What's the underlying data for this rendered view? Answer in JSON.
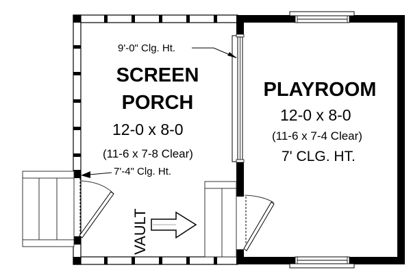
{
  "plan": {
    "colors": {
      "wall": "#000000",
      "line": "#555555",
      "background": "#ffffff"
    },
    "rooms": [
      {
        "id": "screen-porch",
        "title_line1": "SCREEN",
        "title_line2": "PORCH",
        "dimensions": "12-0 x 8-0",
        "clear_dimensions": "(11-6 x 7-8 Clear)",
        "ceiling_notes": [
          "9'-0\" Clg. Ht.",
          "7'-4\" Clg. Ht."
        ]
      },
      {
        "id": "playroom",
        "title": "PLAYROOM",
        "dimensions": "12-0 x 8-0",
        "clear_dimensions": "(11-6 x 7-4 Clear)",
        "ceiling_height": "7' CLG. HT."
      }
    ],
    "annotations": {
      "vault_label": "VAULT",
      "vault_arrow": "right-arrow"
    },
    "elements": {
      "steps": [
        "left-entry-steps",
        "porch-to-playroom-steps"
      ],
      "doors": [
        "porch-entry-door",
        "playroom-entry-door"
      ],
      "windows": [
        "playroom-top-window",
        "playroom-bottom-window",
        "partition-sliding-window"
      ]
    }
  }
}
